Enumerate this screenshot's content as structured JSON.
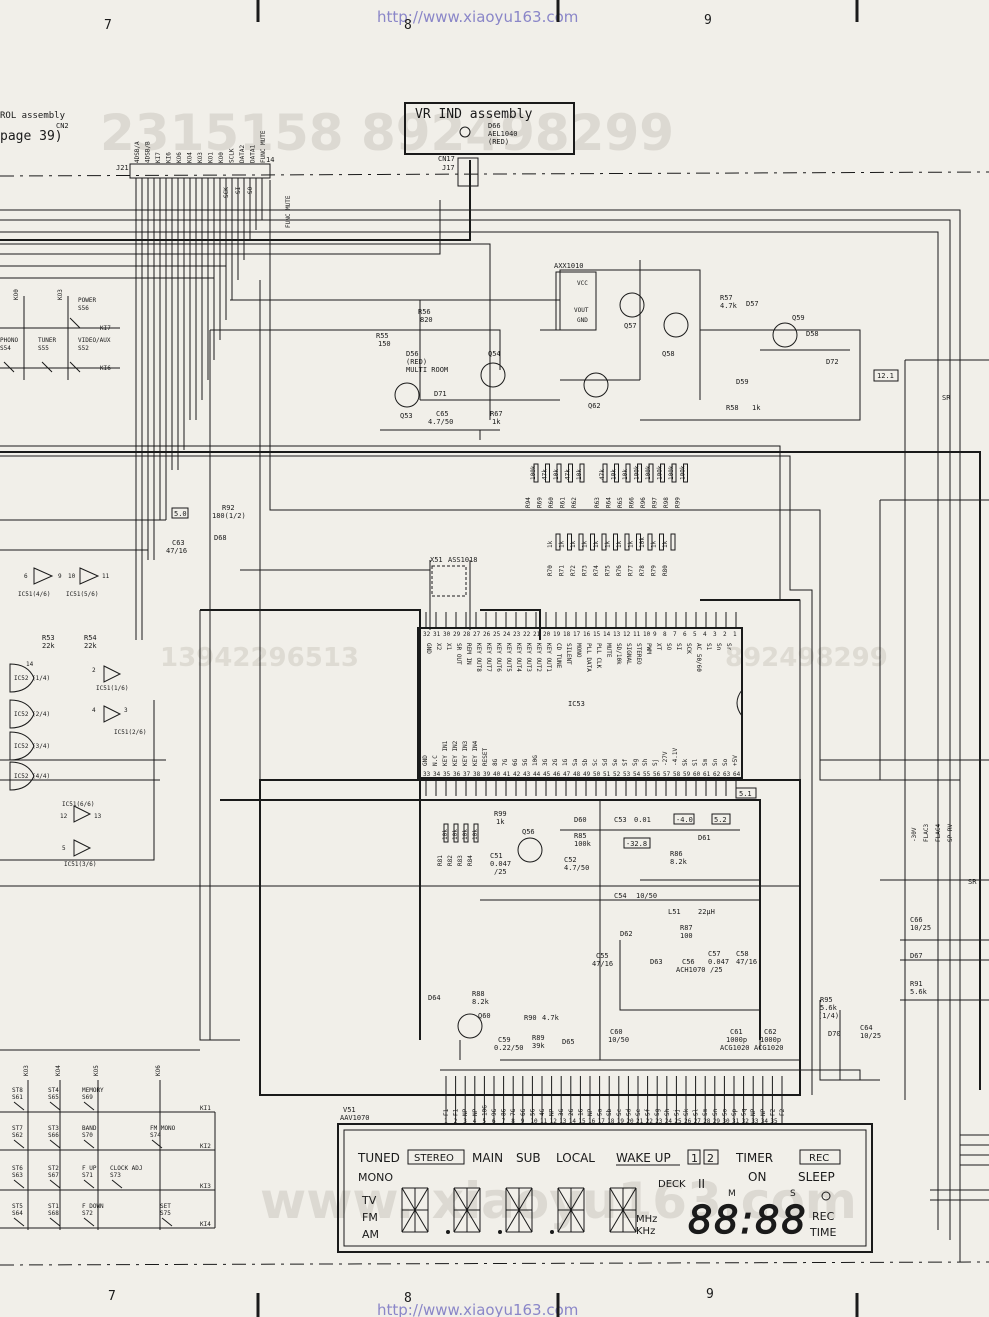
{
  "watermark": {
    "url": "http://www.xiaoyu163.com",
    "phone_top": "2315158 892498299",
    "phone_mid_1": "13942296513",
    "phone_mid_2": "892498299",
    "site_bottom": "www. xiaoyu163.com"
  },
  "grid": {
    "col_7": "7",
    "col_8": "8",
    "col_9": "9"
  },
  "header": {
    "control_assembly": "ROL assembly",
    "page_ref": "page 39)",
    "cn2": "CN2",
    "j21": "J21",
    "pin_14": "14",
    "j21_pins": [
      "4DSB/A",
      "4DSB/B",
      "KI7",
      "KI6",
      "KO6",
      "KO4",
      "KO3",
      "KO1",
      "KO0",
      "SCLK",
      "DATA2",
      "DATA1",
      "FUNC MUTE"
    ],
    "j21_sig": [
      "SCK",
      "SI",
      "SO"
    ],
    "func_mute": "FUNC MUTE"
  },
  "vr_ind": {
    "title": "VR IND assembly",
    "d66": "D66",
    "d66_part": "AEL1040",
    "d66_color": "(RED)",
    "cn17": "CN17",
    "j17": "J17"
  },
  "switches_top": {
    "ko0": "KO0",
    "ko3": "KO3",
    "power": "POWER",
    "s56": "S56",
    "phono": "PHONO",
    "s54": "S54",
    "tuner": "TUNER",
    "s55": "S55",
    "video_aux": "VIDEO/AUX",
    "s52": "S52",
    "ki7": "KI7",
    "ki6": "KI6"
  },
  "led_section": {
    "r55": "R55",
    "r55_val": "150",
    "d56": "D56",
    "d56_color": "(RED)",
    "multi_room": "MULTI ROOM",
    "r56": "R56",
    "r56_val": "820",
    "q53": "Q53",
    "q54": "Q54",
    "d71": "D71",
    "c65": "C65",
    "c65_val": "4.7/50",
    "r67": "R67",
    "r67_val": "1k"
  },
  "axx": {
    "title": "AXX1010",
    "vcc": "VCC",
    "vout": "VOUT",
    "gnd": "GND",
    "q57": "Q57",
    "q58": "Q58",
    "q59": "Q59",
    "q62": "Q62",
    "r57": "R57",
    "r57_val": "4.7k",
    "d57": "D57",
    "d58": "D58",
    "d59": "D59",
    "d72": "D72",
    "r58": "R58",
    "r58_val": "1k",
    "ref_12_1": "12.1",
    "sr": "SR"
  },
  "resistor_banks": {
    "top_refs": [
      "R94",
      "R69",
      "R60",
      "R61",
      "R62",
      "",
      "R63",
      "R64",
      "R65",
      "R66",
      "R96",
      "R97",
      "R98",
      "R99"
    ],
    "top_vals": [
      "100k",
      "47k",
      "10k",
      "47k",
      "10k",
      "",
      "47k",
      "10k",
      "10k",
      "100k",
      "100k",
      "100k",
      "100k",
      "100k"
    ],
    "low_refs": [
      "R70",
      "R71",
      "R72",
      "R73",
      "R74",
      "R75",
      "R76",
      "R77",
      "R78",
      "R79",
      "R80"
    ],
    "low_vals": [
      "1k",
      "1k",
      "1k",
      "1k",
      "1k",
      "1k",
      "1k",
      "1k",
      "10k",
      "1k",
      "1k"
    ]
  },
  "power_5v": {
    "ref_5_0": "5.0",
    "r92": "R92",
    "r92_val": "180(1/2)",
    "c63": "C63",
    "c63_val": "47/16",
    "d68": "D68"
  },
  "crystal": {
    "x51": "X51",
    "x51_part": "ASS1018"
  },
  "inverters": {
    "ic51_4": "IC51(4/6)",
    "ic51_5": "IC51(5/6)",
    "pin6": "6",
    "pin9": "9",
    "pin10": "10",
    "pin11": "11",
    "r53": "R53",
    "r53_val": "22k",
    "r54": "R54",
    "r54_val": "22k",
    "ic52_1": "IC52 (1/4)",
    "ic52_2": "IC52 (2/4)",
    "ic52_3": "IC52 (3/4)",
    "ic52_4": "IC52 (4/4)",
    "ic51_1": "IC51(1/6)",
    "ic51_2": "IC51(2/6)",
    "ic51_6": "IC51(6/6)",
    "ic51_3": "IC51(3/6)",
    "p14": "14",
    "p2": "2",
    "p4": "4",
    "p3": "3",
    "p12": "12",
    "p13": "13",
    "p5": "5"
  },
  "ic53": {
    "name": "IC53",
    "pins_top": [
      "32",
      "31",
      "30",
      "29",
      "28",
      "27",
      "26",
      "25",
      "24",
      "23",
      "22",
      "21",
      "20",
      "19",
      "18",
      "17",
      "16",
      "15",
      "14",
      "13",
      "12",
      "11",
      "10",
      "9",
      "8",
      "7",
      "6",
      "5",
      "4",
      "3",
      "2",
      "1"
    ],
    "pins_bottom": [
      "33",
      "34",
      "35",
      "36",
      "37",
      "38",
      "39",
      "40",
      "41",
      "42",
      "43",
      "44",
      "45",
      "46",
      "47",
      "48",
      "49",
      "50",
      "51",
      "52",
      "53",
      "54",
      "55",
      "56",
      "57",
      "58",
      "59",
      "60",
      "61",
      "62",
      "63",
      "64"
    ],
    "sig_top": [
      "GND",
      "X2",
      "X1",
      "SR OUT",
      "REM IN",
      "KEY OUT8",
      "KEY OUT7",
      "KEY OUT6",
      "KEY OUT5",
      "KEY OUT4",
      "KEY OUT3",
      "KEY OUT2",
      "KEY OUT1",
      "CD TUNE",
      "SILENT",
      "MONO",
      "PLL DATA",
      "PLL CLK",
      "MUTE",
      "SD/10k",
      "SIGNAL",
      "STEREO",
      "PWM",
      "XT",
      "SO",
      "SI",
      "SCK",
      "AC 50/60",
      "S1",
      "Sn",
      "Sr"
    ],
    "sig_bottom": [
      "GND",
      "N.C",
      "KEY IN1",
      "KEY IN2",
      "KEY IN3",
      "KEY IN4",
      "RESET",
      "8G",
      "7G",
      "6G",
      "5G",
      "10G",
      "3G",
      "2G",
      "1G",
      "Sa",
      "Sb",
      "Sc",
      "Sd",
      "Se",
      "Sf",
      "Sg",
      "Sh",
      "Sj",
      "-27V",
      "-4.1V",
      "Sk",
      "Sl",
      "Sm",
      "Sn",
      "So",
      "+5V"
    ],
    "ref_5_1": "5.1"
  },
  "bottom_circuit": {
    "r81_84": [
      "R81",
      "R82",
      "R83",
      "R84"
    ],
    "r81_vals": [
      "10k",
      "10k",
      "10k",
      "10k"
    ],
    "r99": "R99",
    "r99_val": "1k",
    "q56": "Q56",
    "d60": "D60",
    "r85": "R85",
    "r85_val": "100k",
    "c51": "C51",
    "c51_val": "0.047",
    "c51_v": "/25",
    "c52": "C52",
    "c52_val": "4.7/50",
    "c53": "C53",
    "c53_val": "0.01",
    "ref_n4_0": "-4.0",
    "ref_5_2": "5.2",
    "d61": "D61",
    "ref_n32_8": "-32.8",
    "r86": "R86",
    "r86_val": "8.2k",
    "c54": "C54",
    "c54_val": "10/50",
    "l51": "L51",
    "l51_val": "22μH",
    "r87": "R87",
    "r87_val": "100",
    "d62": "D62",
    "c55": "C55",
    "c55_val": "47/16",
    "d63": "D63",
    "c56": "C56",
    "c56_part": "ACH1070",
    "c57": "C57",
    "c57_val": "0.047",
    "c57_v": "/25",
    "c58": "C58",
    "c58_val": "47/16",
    "d64": "D64",
    "r88": "R88",
    "r88_val": "8.2k",
    "q60": "Q60",
    "r90": "R90",
    "r90_val": "4.7k",
    "r89": "R89",
    "r89_val": "39k",
    "c59": "C59",
    "c59_val": "0.22/50",
    "d65": "D65",
    "c60": "C60",
    "c60_val": "10/50",
    "c61": "C61",
    "c61_val": "1000p",
    "c61_part": "ACG1020",
    "c62": "C62",
    "c62_val": "1000p",
    "c62_part": "ACG1020",
    "r95": "R95",
    "r95_val": "5.6k",
    "r95_pow": "(1/4)",
    "d70": "D70",
    "c64": "C64",
    "c64_val": "10/25",
    "c66": "C66",
    "c66_val": "10/25",
    "d67": "D67",
    "r91": "R91",
    "r91_val": "5.6k",
    "right_labels": [
      "-30V",
      "FLAC3",
      "FLAC4",
      "SP RV"
    ],
    "sr": "SR"
  },
  "key_matrix": {
    "cols": [
      "KO3",
      "KO4",
      "KO5",
      "KO6"
    ],
    "rows": [
      "KI1",
      "KI2",
      "KI3",
      "KI4"
    ],
    "sw": [
      {
        "a": "ST8",
        "b": "S61"
      },
      {
        "a": "ST4",
        "b": "S65"
      },
      {
        "a": "MEMORY",
        "b": "S69"
      },
      {
        "a": "ST7",
        "b": "S62"
      },
      {
        "a": "ST3",
        "b": "S66"
      },
      {
        "a": "BAND",
        "b": "S70"
      },
      {
        "a": "FM MONO",
        "b": "S74"
      },
      {
        "a": "ST6",
        "b": "S63"
      },
      {
        "a": "ST2",
        "b": "S67"
      },
      {
        "a": "F UP",
        "b": "S71"
      },
      {
        "a": "CLOCK ADJ",
        "b": "S73"
      },
      {
        "a": "ST5",
        "b": "S64"
      },
      {
        "a": "ST1",
        "b": "S68"
      },
      {
        "a": "F DOWN",
        "b": "S72"
      },
      {
        "a": "SET",
        "b": "S75"
      }
    ]
  },
  "vfd": {
    "ref": "V51",
    "part": "AAV1070",
    "pins": [
      "F1",
      "F1",
      "NP",
      "NP",
      "10G",
      "9G",
      "8G",
      "7G",
      "6G",
      "5G",
      "4G",
      "NP",
      "3G",
      "2G",
      "1G",
      "NP",
      "Sa",
      "Sb",
      "Sc",
      "Sd",
      "Se",
      "Sf",
      "Sg",
      "Sh",
      "Sj",
      "Sk",
      "Sl",
      "Sm",
      "Sn",
      "So",
      "Sp",
      "Sq",
      "NP",
      "NP",
      "F2",
      "F2"
    ],
    "pin_nums": [
      "1",
      "2",
      "3",
      "4",
      "5",
      "6",
      "7",
      "8",
      "9",
      "10",
      "11",
      "12",
      "13",
      "14",
      "15",
      "16",
      "17",
      "18",
      "19",
      "20",
      "21",
      "22",
      "23",
      "24",
      "25",
      "26",
      "27",
      "28",
      "29",
      "30",
      "31",
      "32",
      "33",
      "34",
      "35"
    ],
    "tuned": "TUNED",
    "stereo": "STEREO",
    "main": "MAIN",
    "sub": "SUB",
    "local": "LOCAL",
    "wake_up": "WAKE UP",
    "one": "1",
    "two": "2",
    "timer": "TIMER",
    "rec": "REC",
    "mono": "MONO",
    "on": "ON",
    "sleep": "SLEEP",
    "deck": "DECK",
    "deck_two": "II",
    "m": "M",
    "s": "S",
    "tv": "TV",
    "fm": "FM",
    "am": "AM",
    "mhz": "MHz",
    "khz": "KHz",
    "rec2": "REC",
    "time": "TIME",
    "digits": "88:88"
  }
}
